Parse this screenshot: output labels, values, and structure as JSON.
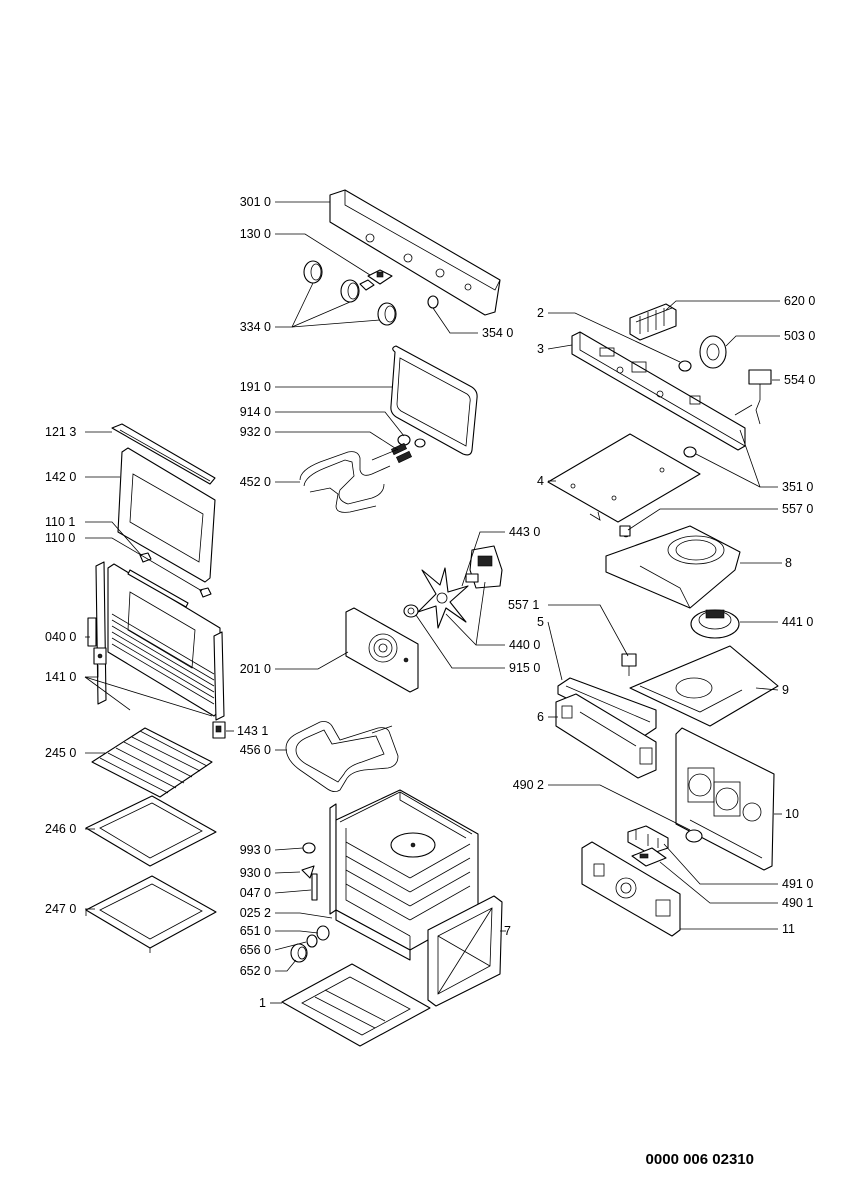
{
  "labels": [
    "301 0",
    "130 0",
    "334 0",
    "354 0",
    "191 0",
    "914 0",
    "932 0",
    "452 0",
    "121 3",
    "142 0",
    "110 1",
    "110 0",
    "040 0",
    "141 0",
    "143 1",
    "245 0",
    "246 0",
    "247 0",
    "201 0",
    "456 0",
    "443 0",
    "440 0",
    "915 0",
    "557 1",
    "993 0",
    "930 0",
    "047 0",
    "025 2",
    "651 0",
    "656 0",
    "652 0",
    "1",
    "2",
    "3",
    "4",
    "5",
    "6",
    "7",
    "8",
    "9",
    "10",
    "11",
    "620 0",
    "503 0",
    "554 0",
    "351 0",
    "557 0",
    "441 0",
    "490 2",
    "491 0",
    "490 1"
  ],
  "document_code": "0000 006 02310"
}
